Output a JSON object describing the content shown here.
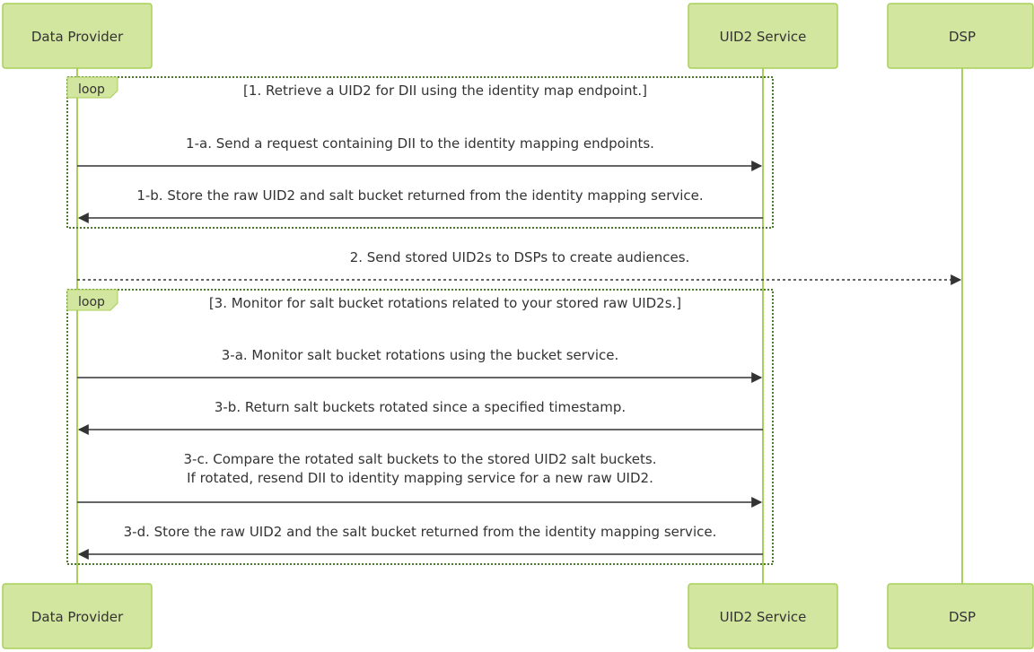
{
  "colors": {
    "actor_fill": "#d3e6a0",
    "actor_stroke": "#a8cf5a",
    "lifeline": "#a8cf5a",
    "arrow": "#333333",
    "loop_border": "#4b7a2a"
  },
  "actors": {
    "data_provider": "Data Provider",
    "uid2_service": "UID2 Service",
    "dsp": "DSP"
  },
  "loops": [
    {
      "tag": "loop",
      "title": "[1. Retrieve a UID2 for DII using the identity map endpoint.]"
    },
    {
      "tag": "loop",
      "title": "[3. Monitor for salt bucket rotations related to your stored raw UID2s.]"
    }
  ],
  "messages": {
    "m1a": "1-a. Send a request containing DII to the identity mapping endpoints.",
    "m1b": "1-b. Store the raw UID2 and salt bucket returned from the identity mapping service.",
    "m2": "2. Send stored UID2s to DSPs to create audiences.",
    "m3a": "3-a. Monitor salt bucket rotations using the bucket service.",
    "m3b": "3-b. Return salt buckets rotated since a specified timestamp.",
    "m3c_line1": "3-c. Compare the rotated salt buckets to the stored UID2 salt buckets.",
    "m3c_line2": "If rotated, resend DII to identity mapping service for a new raw UID2.",
    "m3d": "3-d. Store the raw UID2 and the salt bucket returned from the identity mapping service."
  }
}
